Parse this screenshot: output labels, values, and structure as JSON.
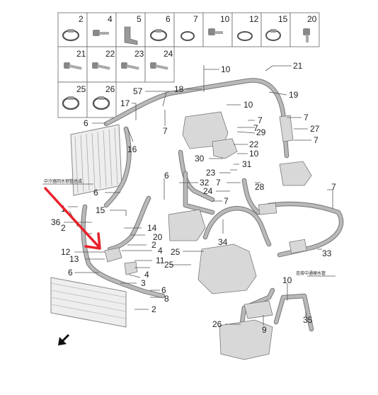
{
  "grid_numbers": {
    "row1": [
      "2",
      "4",
      "5",
      "6",
      "7",
      "10",
      "12",
      "15",
      "20"
    ],
    "row2": [
      "21",
      "22",
      "23",
      "24"
    ],
    "row3": [
      "25",
      "26"
    ]
  },
  "callouts": {
    "c10a": "10",
    "c21": "21",
    "c57": "57",
    "c18": "18",
    "c19": "19",
    "c17": "17",
    "c10b": "10",
    "c6a": "6",
    "c7a": "7",
    "c16": "16",
    "c7b": "7",
    "c7c": "7",
    "c29": "29",
    "c7d": "7",
    "c27": "27",
    "c7e": "7",
    "c22": "22",
    "c30": "30",
    "c10c": "10",
    "c31": "31",
    "c23": "23",
    "c6b": "6",
    "c32": "32",
    "c7f": "7",
    "c28": "28",
    "c7g": "7",
    "c24": "24",
    "c6c": "6",
    "c7h": "7",
    "c15": "15",
    "c1": "1",
    "c36": "36",
    "c2a": "2",
    "c14": "14",
    "c20": "20",
    "c34": "34",
    "c2b": "2",
    "c4a": "4",
    "c12": "12",
    "c25a": "25",
    "c33": "33",
    "c13": "13",
    "c11": "11",
    "c25b": "25",
    "c6d": "6",
    "c4b": "4",
    "c3": "3",
    "c6e": "6",
    "c8": "8",
    "c2c": "2",
    "c10d": "10",
    "c26": "26",
    "c9": "9",
    "c35": "35"
  },
  "labels": {
    "intercooler_pipe": "中冷器回水钢管总成",
    "hard_pipe": "连接中通硬水管"
  },
  "colors": {
    "arrow": "#e8202a",
    "line": "#555555",
    "hose": "#b9b9b9"
  },
  "icons": {
    "pointer_arrow": "red-arrow-icon",
    "orientation": "black-arrow-icon"
  }
}
